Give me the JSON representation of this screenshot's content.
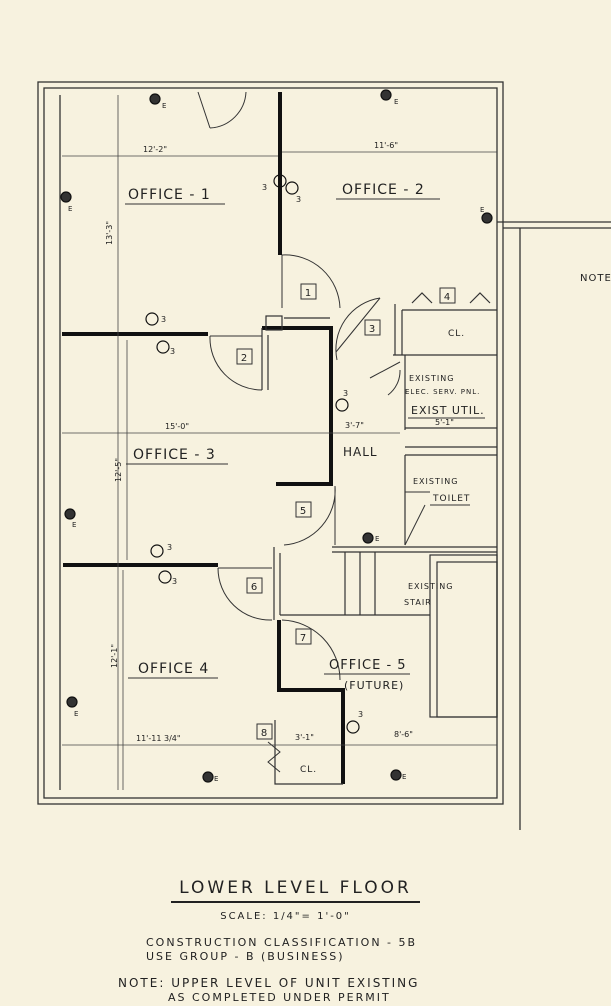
{
  "drawing": {
    "rooms": {
      "office1": "OFFICE - 1",
      "office2": "OFFICE - 2",
      "office3": "OFFICE - 3",
      "office4": "OFFICE 4",
      "office5": "OFFICE - 5",
      "office5_sub": "(FUTURE)",
      "hall": "HALL",
      "closet_top": "CL.",
      "closet_bottom": "CL.",
      "elec_panel_1": "EXISTING",
      "elec_panel_2": "ELEC. SERV. PNL.",
      "exist_util": "EXIST UTIL.",
      "existing_toilet_1": "EXISTING",
      "existing_toilet_2": "TOILET",
      "existing_stair_1": "EXISTING",
      "existing_stair_2": "STAIR"
    },
    "dimensions": {
      "office1_width": "12'-2\"",
      "office2_width": "11'-6\"",
      "office1_height": "13'-3\"",
      "office3_width": "15'-0\"",
      "hall_width": "3'-7\"",
      "util_width": "5'-1\"",
      "office3_height": "12'-5\"",
      "office4_height": "12'-1\"",
      "office4_width": "11'-11 3/4\"",
      "closet_width": "3'-1\"",
      "office5_width": "8'-6\""
    },
    "door_tags": [
      "1",
      "2",
      "3",
      "4",
      "5",
      "6",
      "7",
      "8"
    ],
    "outlet_tags": [
      "3",
      "3",
      "3",
      "3",
      "3",
      "3",
      "3",
      "3"
    ],
    "outlet_e": "E",
    "edge_note": "NOTE"
  },
  "title_block": {
    "title": "LOWER LEVEL FLOOR",
    "scale": "SCALE:  1/4\"= 1'-0\"",
    "construction": "CONSTRUCTION CLASSIFICATION - 5B",
    "use_group": "USE  GROUP - B   (BUSINESS)",
    "note_1": "NOTE:  UPPER LEVEL OF UNIT EXISTING",
    "note_2": "AS COMPLETED UNDER PERMIT"
  }
}
